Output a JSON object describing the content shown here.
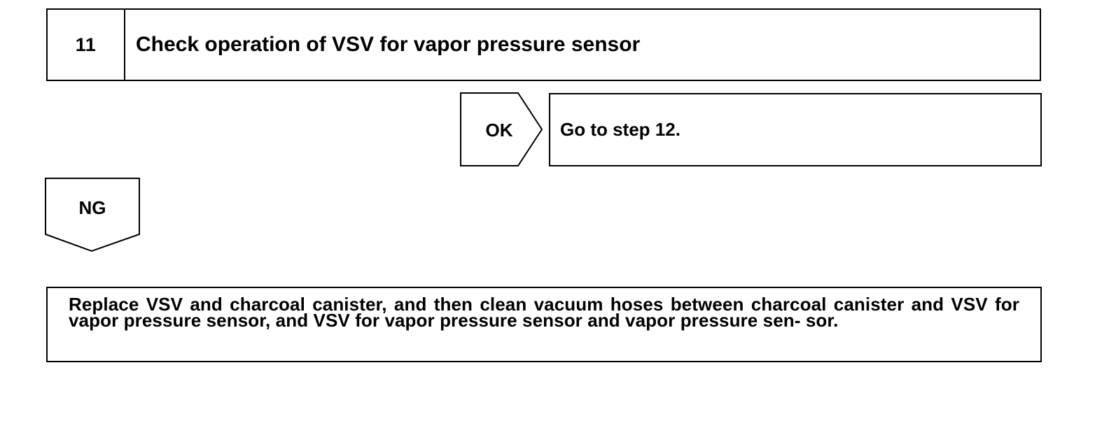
{
  "step": {
    "number": "11",
    "title": "Check operation of VSV for vapor pressure sensor"
  },
  "ok_branch": {
    "label": "OK",
    "result": "Go to step 12."
  },
  "ng_branch": {
    "label": "NG"
  },
  "repair": {
    "text": "Replace VSV and charcoal canister, and then clean vacuum hoses between charcoal canister and VSV for vapor pressure sensor, and VSV for vapor pressure sensor and vapor pressure sen- sor."
  }
}
